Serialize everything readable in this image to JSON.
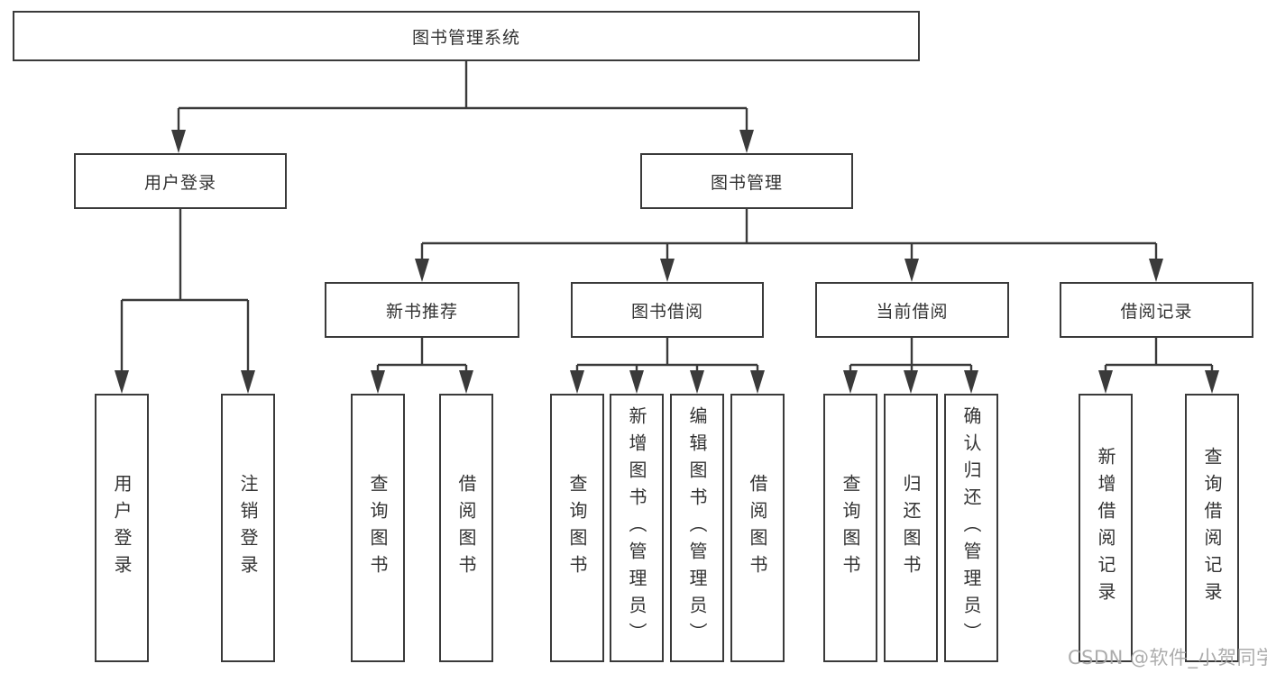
{
  "nodes": {
    "root": "图书管理系统",
    "level2": [
      {
        "label": "用户登录"
      },
      {
        "label": "图书管理"
      }
    ],
    "level3": [
      {
        "label": "新书推荐"
      },
      {
        "label": "图书借阅"
      },
      {
        "label": "当前借阅"
      },
      {
        "label": "借阅记录"
      }
    ],
    "leaves": [
      {
        "label": "用户登录"
      },
      {
        "label": "注销登录"
      },
      {
        "label": "查询图书"
      },
      {
        "label": "借阅图书"
      },
      {
        "label": "查询图书"
      },
      {
        "label": "新增图书（管理员）"
      },
      {
        "label": "编辑图书（管理员）"
      },
      {
        "label": "借阅图书"
      },
      {
        "label": "查询图书"
      },
      {
        "label": "归还图书"
      },
      {
        "label": "确认归还（管理员）"
      },
      {
        "label": "新增借阅记录"
      },
      {
        "label": "查询借阅记录"
      }
    ]
  },
  "watermark": "CSDN @软件_小贺同学",
  "colors": {
    "line": "#3a3a3a",
    "text": "#333333",
    "background": "#ffffff",
    "watermark": "#a5a5a5"
  }
}
